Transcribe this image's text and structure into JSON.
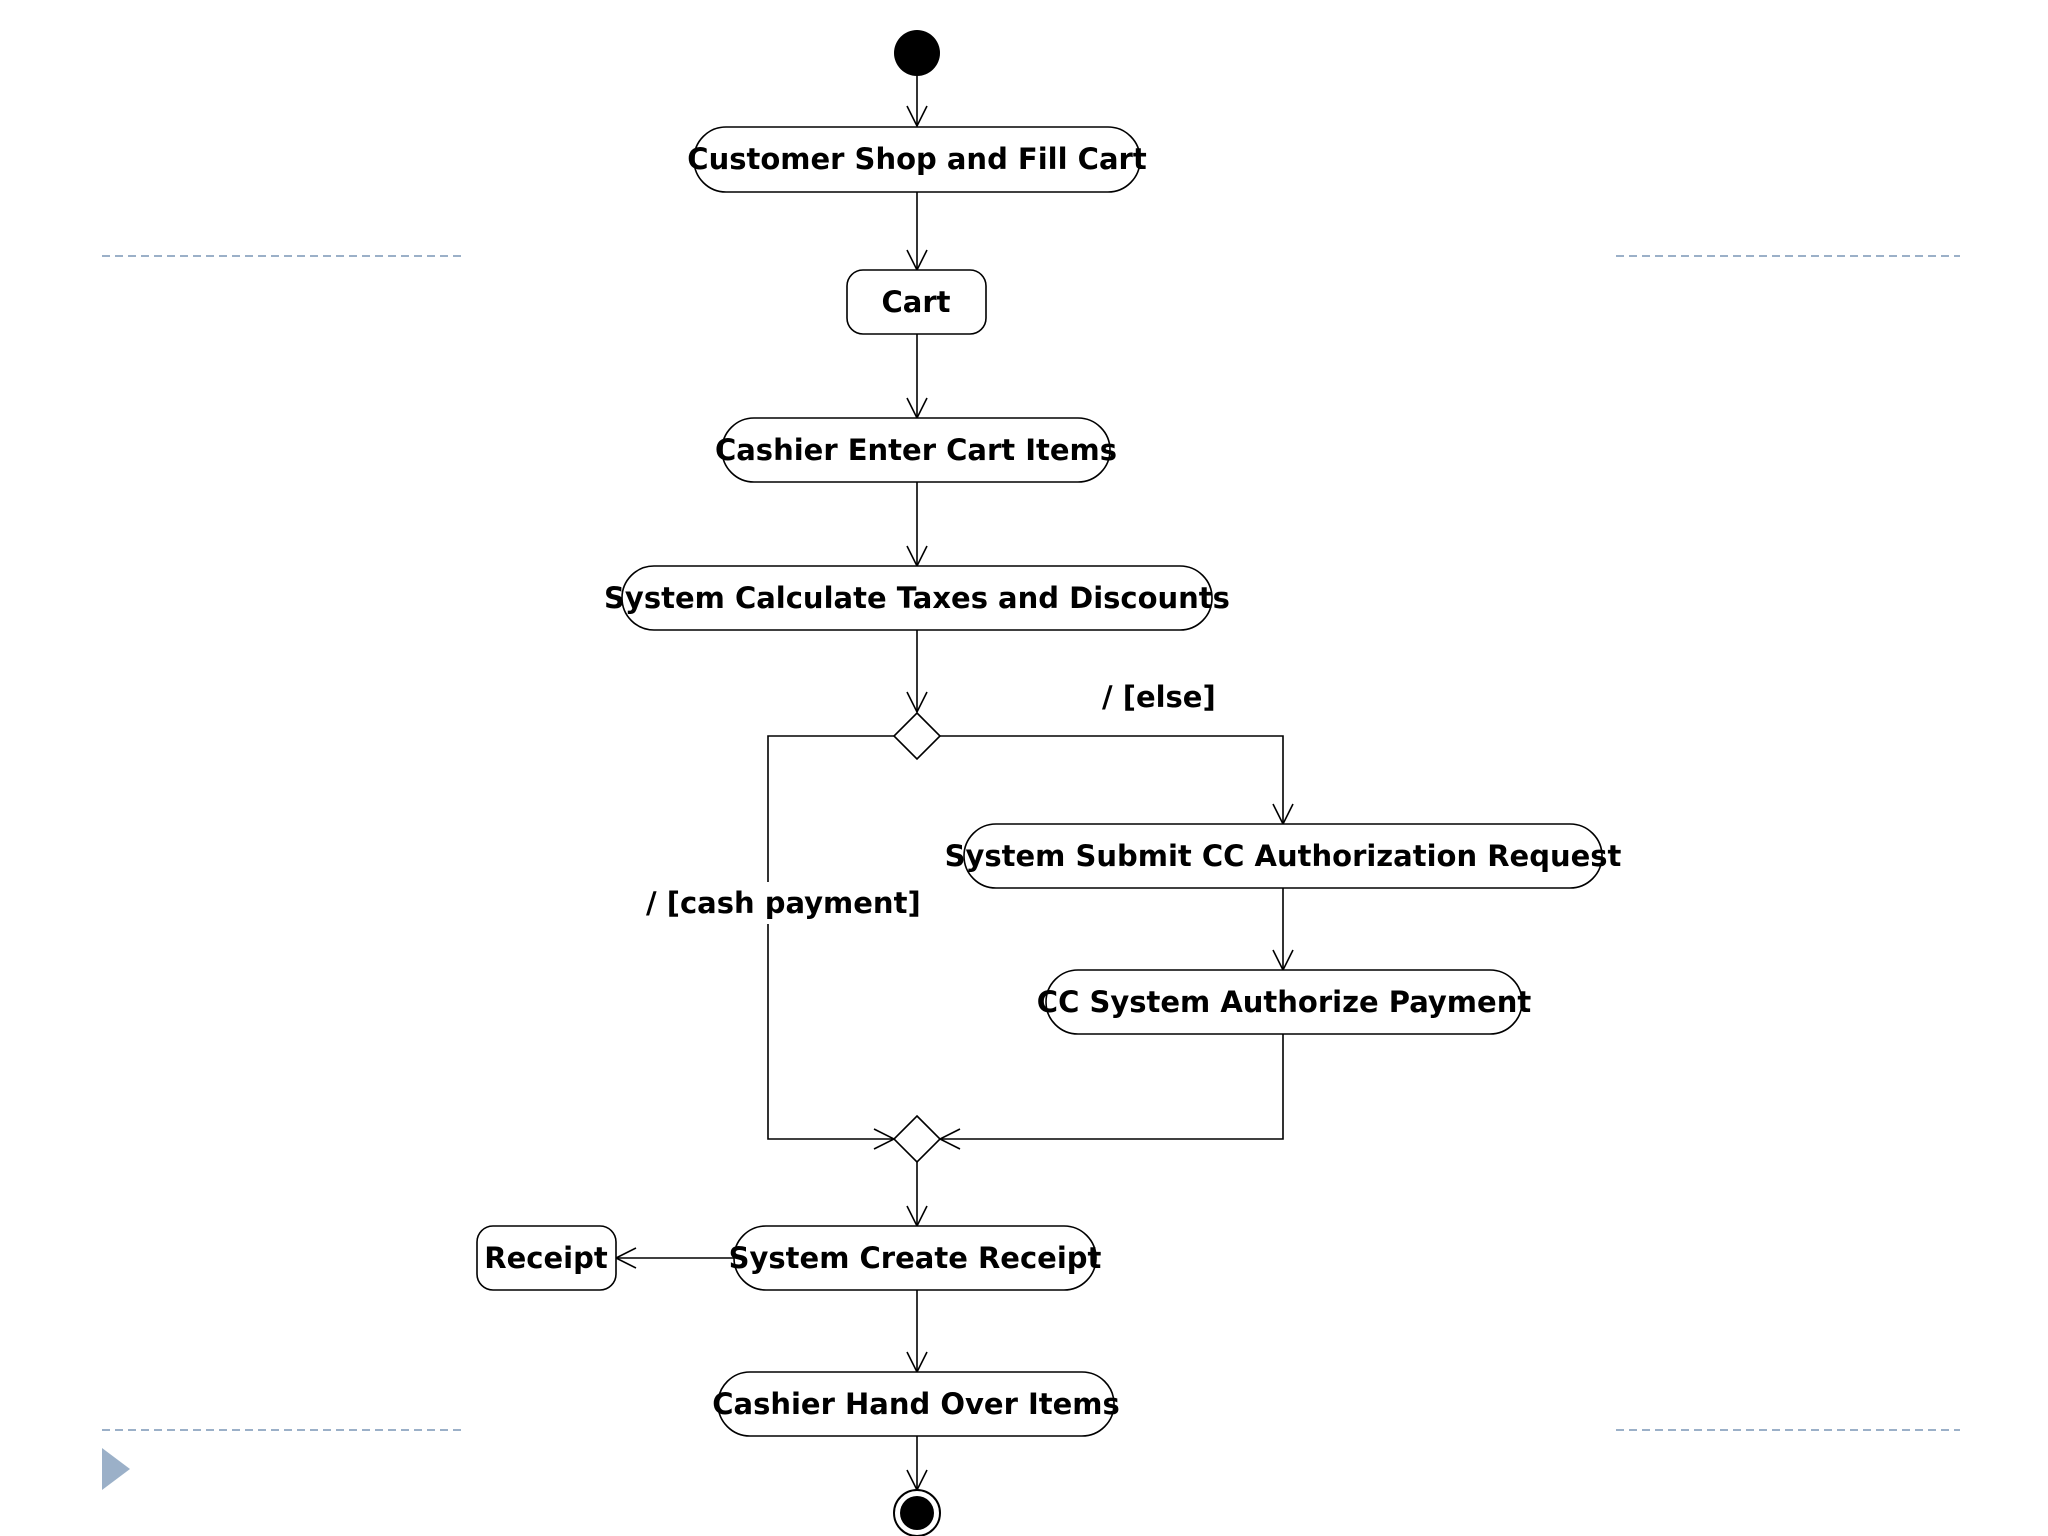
{
  "colors": {
    "line": "#000000",
    "guide_line": "#9bb0c8",
    "slide_marker": "#9bb0c8",
    "background": "#ffffff"
  },
  "nodes": {
    "shop_fill_cart": "Customer Shop and Fill Cart",
    "cart": "Cart",
    "enter_cart_items": "Cashier Enter Cart Items",
    "calc_taxes": "System Calculate Taxes and Discounts",
    "submit_cc": "System Submit CC Authorization Request",
    "authorize_payment": "CC System Authorize Payment",
    "create_receipt": "System Create Receipt",
    "receipt": "Receipt",
    "hand_over_items": "Cashier Hand Over Items"
  },
  "guards": {
    "else": "/ [else]",
    "cash_payment": "/ [cash payment]"
  }
}
